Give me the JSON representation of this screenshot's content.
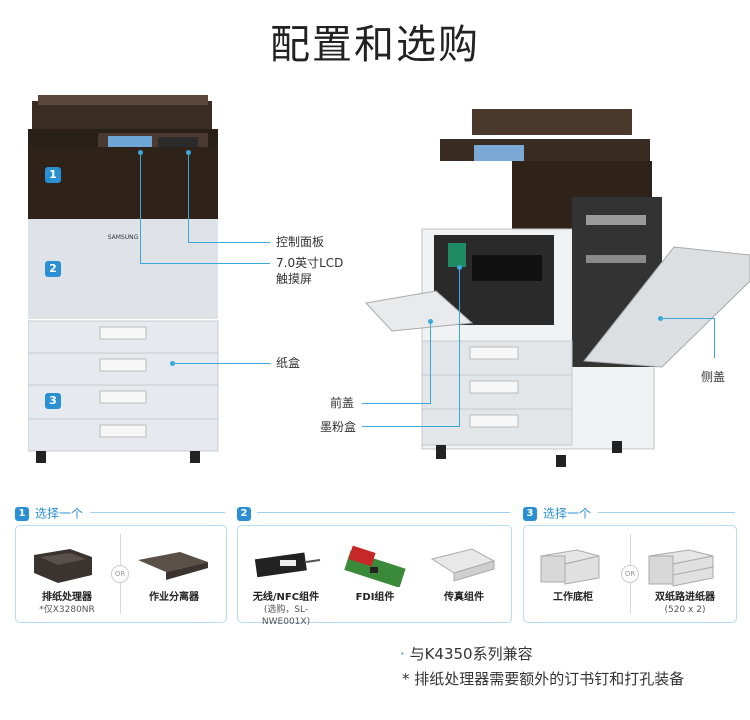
{
  "title": "配置和选购",
  "callouts": {
    "control_panel": "控制面板",
    "lcd_line1": "7.0英寸LCD",
    "lcd_line2": "触摸屏",
    "paper_tray": "纸盒",
    "front_cover": "前盖",
    "toner": "墨粉盒",
    "side_cover": "侧盖"
  },
  "machine_badges": [
    "1",
    "2",
    "3"
  ],
  "groups": [
    {
      "num": "1",
      "label": "选择一个"
    },
    {
      "num": "2",
      "label": ""
    },
    {
      "num": "3",
      "label": "选择一个"
    }
  ],
  "options": {
    "finisher": {
      "name": "排纸处理器",
      "sub": "*仅X3280NR"
    },
    "job_separator": {
      "name": "作业分离器"
    },
    "wireless_nfc": {
      "name": "无线/NFC组件",
      "sub": "(选购，SL-NWE001X)"
    },
    "fdi": {
      "name": "FDI组件"
    },
    "fax": {
      "name": "传真组件"
    },
    "cabinet": {
      "name": "工作底柜"
    },
    "dcf": {
      "name": "双纸路进纸器",
      "sub": "(520 x 2)"
    }
  },
  "or_label": "OR",
  "notes": {
    "bullet": "·",
    "compat": "与K4350系列兼容",
    "finisher_note": "* 排纸处理器需要额外的订书钉和打孔装备"
  },
  "brand": "SAMSUNG"
}
